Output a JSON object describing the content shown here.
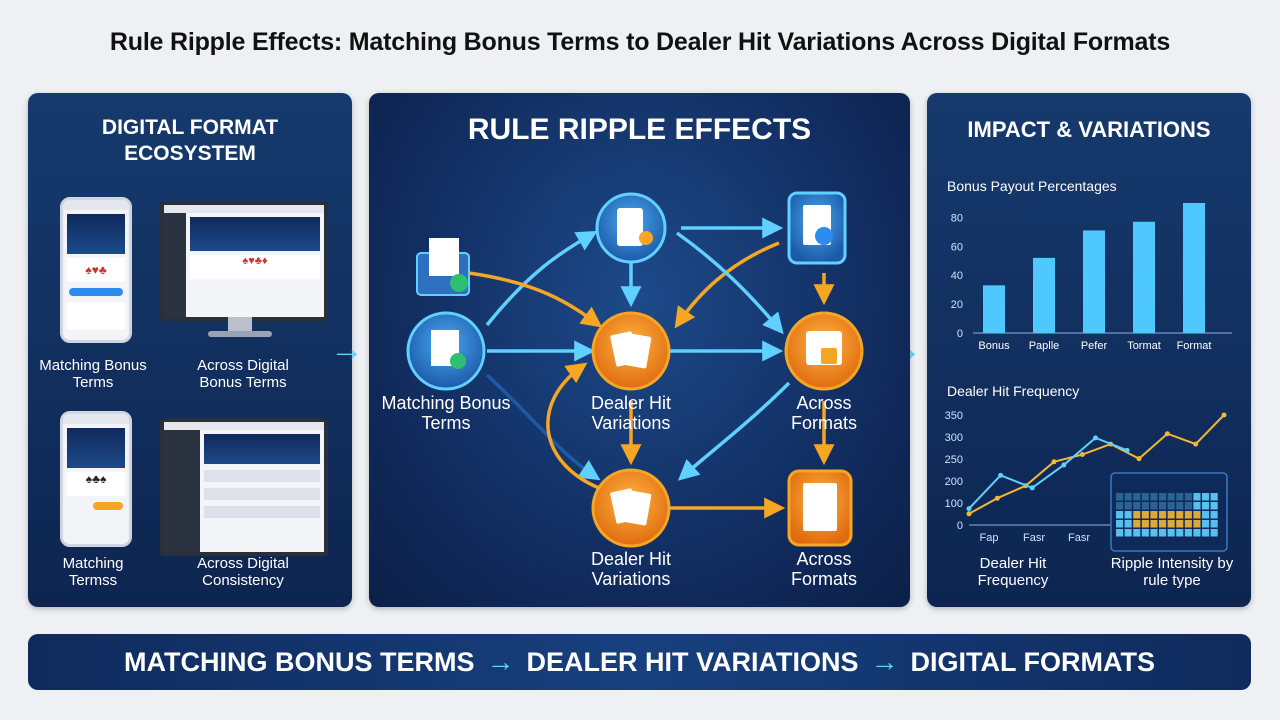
{
  "title": "Rule Ripple Effects: Matching Bonus Terms to Dealer Hit Variations Across Digital Formats",
  "left_panel": {
    "title": "DIGITAL FORMAT ECOSYSTEM",
    "labels": [
      "Matching Bonus Terms",
      "Across Digital Bonus Terms",
      "Matching Termss",
      "Across Digital Consistency"
    ]
  },
  "mid_panel": {
    "title": "RULE RIPPLE EFFECTS",
    "node_labels": {
      "matching": "Matching Bonus Terms",
      "dealer1": "Dealer Hit Variations",
      "across1": "Across Formats",
      "dealer2": "Dealer Hit Variations",
      "across2": "Across Formats"
    }
  },
  "right_panel": {
    "title": "IMPACT & VARIATIONS",
    "bottom_labels": [
      "Dealer Hit Frequency",
      "Ripple Intensity by rule type"
    ]
  },
  "chart_data": [
    {
      "type": "bar",
      "title": "Bonus Payout Percentages",
      "categories": [
        "Bonus",
        "Paplle",
        "Pefer",
        "Tormat",
        "Format"
      ],
      "values": [
        33,
        52,
        71,
        77,
        90
      ],
      "ylim": [
        0,
        90
      ],
      "yticks": [
        0,
        20,
        40,
        60,
        80
      ],
      "grid": false
    },
    {
      "type": "line",
      "title": "Dealer Hit Frequency",
      "xticks": [
        "Fap",
        "Fasr",
        "Fasr"
      ],
      "yticks": [
        0,
        100,
        200,
        250,
        300,
        350
      ],
      "series": [
        {
          "color": "#f5b731",
          "values": [
            0.05,
            0.2,
            0.32,
            0.55,
            0.62,
            0.72,
            0.58,
            0.82,
            0.72,
            1.0
          ]
        },
        {
          "color": "#5fd0ff",
          "values": [
            0.1,
            0.42,
            0.3,
            0.52,
            0.78,
            0.66
          ]
        }
      ]
    },
    {
      "type": "heatmap",
      "title": "Ripple Intensity by rule type",
      "colors": [
        "#5fd0ff",
        "#f5b731"
      ]
    }
  ],
  "bottom_banner": {
    "parts": [
      "MATCHING BONUS TERMS",
      "DEALER HIT VARIATIONS",
      "DIGITAL FORMATS"
    ],
    "arrow": "→"
  },
  "colors": {
    "accent_blue": "#5fd0ff",
    "accent_orange": "#f5a623",
    "panel": "#163a6e"
  }
}
